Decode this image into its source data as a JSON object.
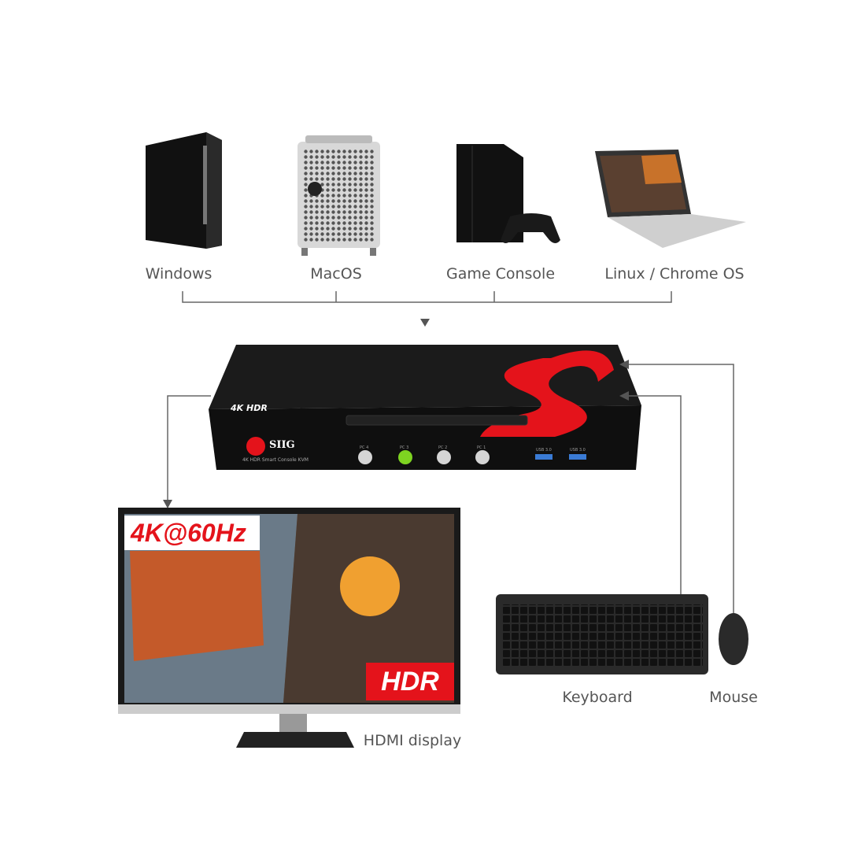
{
  "sources": [
    {
      "label": "Windows",
      "icon": "tower-pc-icon"
    },
    {
      "label": "MacOS",
      "icon": "mac-pro-icon"
    },
    {
      "label": "Game Console",
      "icon": "game-console-icon"
    },
    {
      "label": "Linux / Chrome OS",
      "icon": "laptop-icon"
    }
  ],
  "kvm": {
    "badge": "4K HDR",
    "brand": "SIIG",
    "model": "4K HDR Smart Console KVM",
    "ports": [
      "PC 4",
      "PC 3",
      "PC 2",
      "PC 1"
    ],
    "active_port": "PC 3",
    "usb_labels": [
      "USB 3.0",
      "USB 3.0"
    ]
  },
  "display": {
    "label": "HDMI display",
    "resolution_badge": "4K@60Hz",
    "hdr_badge": "HDR"
  },
  "peripherals": [
    {
      "label": "Keyboard"
    },
    {
      "label": "Mouse"
    }
  ],
  "colors": {
    "line": "#666666",
    "brand_red": "#e4131b",
    "active_green": "#7ed321",
    "device_black": "#141414"
  }
}
